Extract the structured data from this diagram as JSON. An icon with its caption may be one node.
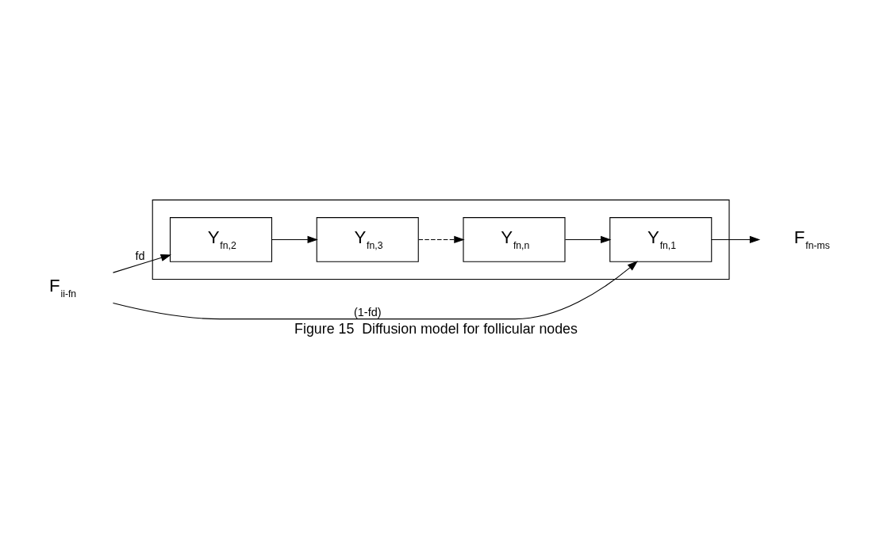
{
  "diagram": {
    "caption": "Figure 15  Diffusion model for follicular nodes",
    "nodes": [
      {
        "text": [],
        "shape": "box"
      },
      {
        "text": [
          "Y$_{fn,1}$"
        ],
        "in": 0
      },
      {
        "text": [
          "Y$_{fn,2}$"
        ],
        "in": 0
      },
      {
        "text": [
          "Y$_{fn,3}$"
        ],
        "in": 0
      },
      {
        "text": [
          "Y$_{fn,n}$"
        ],
        "in": 0
      },
      {
        "text": [
          "F$_{ii-fn}$"
        ]
      },
      {
        "text": [
          "F$_{fn-ms}$"
        ]
      }
    ],
    "edges": [
      {
        "from": 5,
        "to": 1,
        "arrow": "to",
        "label": "(1-fd)"
      },
      {
        "from": 5,
        "to": 2,
        "arrow": "to",
        "label": "fd"
      },
      {
        "from": 2,
        "to": 3,
        "arrow": "to"
      },
      {
        "from": 3,
        "to": 4,
        "arrow": "to",
        "style": "dashed"
      },
      {
        "from": 4,
        "to": 1,
        "arrow": "to"
      },
      {
        "from": 1,
        "to": 6,
        "arrow": "to"
      }
    ]
  }
}
